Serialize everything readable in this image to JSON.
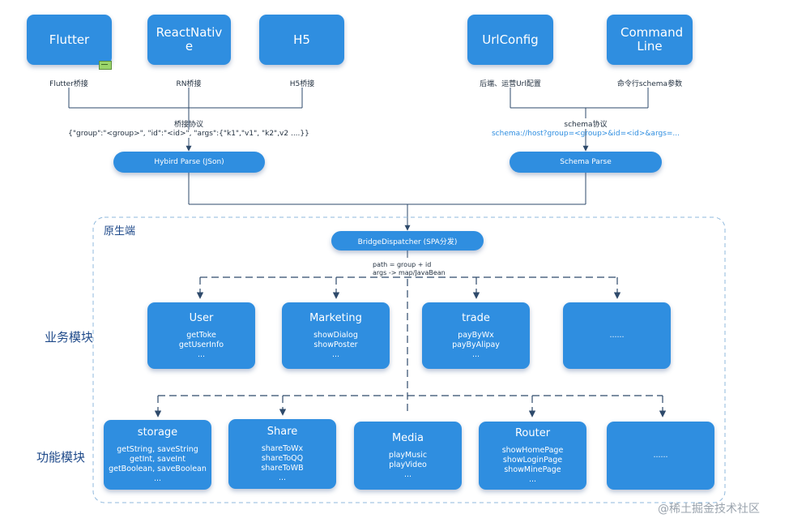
{
  "sources": [
    {
      "title": "Flutter",
      "caption": "Flutter桥接"
    },
    {
      "title": "ReactNative",
      "caption": "RN桥接"
    },
    {
      "title": "H5",
      "caption": "H5桥接"
    },
    {
      "title": "UrlConfig",
      "caption": "后端、运营Url配置"
    },
    {
      "title": "Command Line",
      "caption": "命令行schema参数"
    }
  ],
  "bridge_protocol": {
    "title": "桥接协议",
    "text": "{\"group\":\"<group>\", \"id\":\"<id>\", \"args\":{\"k1\",\"v1\", \"k2\",v2 ....}}"
  },
  "schema_protocol": {
    "title": "schema协议",
    "text": "schema://host?group=<group>&id=<id>&args=..."
  },
  "parsers": {
    "hybird": "Hybird Parse (JSon)",
    "schema": "Schema Parse"
  },
  "native": {
    "region_title": "原生端",
    "dispatcher": "BridgeDispatcher (SPA分发)",
    "mapping_line1": "path = group + id",
    "mapping_line2": "args -> map/JavaBean"
  },
  "business": {
    "label": "业务模块",
    "modules": [
      {
        "title": "User",
        "lines": [
          "getToke",
          "getUserInfo",
          "..."
        ]
      },
      {
        "title": "Marketing",
        "lines": [
          "showDialog",
          "showPoster",
          "..."
        ]
      },
      {
        "title": "trade",
        "lines": [
          "payByWx",
          "payByAlipay",
          "..."
        ]
      },
      {
        "title": "",
        "lines": [
          "......"
        ]
      }
    ]
  },
  "functional": {
    "label": "功能模块",
    "modules": [
      {
        "title": "storage",
        "lines": [
          "getString, saveString",
          "getInt, saveInt",
          "getBoolean, saveBoolean",
          "..."
        ]
      },
      {
        "title": "Share",
        "lines": [
          "shareToWx",
          "shareToQQ",
          "shareToWB",
          "..."
        ]
      },
      {
        "title": "Media",
        "lines": [
          "playMusic",
          "playVideo",
          "..."
        ]
      },
      {
        "title": "Router",
        "lines": [
          "showHomePage",
          "showLoginPage",
          "showMinePage",
          "..."
        ]
      },
      {
        "title": "",
        "lines": [
          "......"
        ]
      }
    ]
  },
  "watermark": "@稀土掘金技术社区",
  "colors": {
    "box": "#2f8ee0",
    "line": "#2e4a6b",
    "region_border": "#8fb8dc",
    "schema_text": "#2f8ee0"
  }
}
